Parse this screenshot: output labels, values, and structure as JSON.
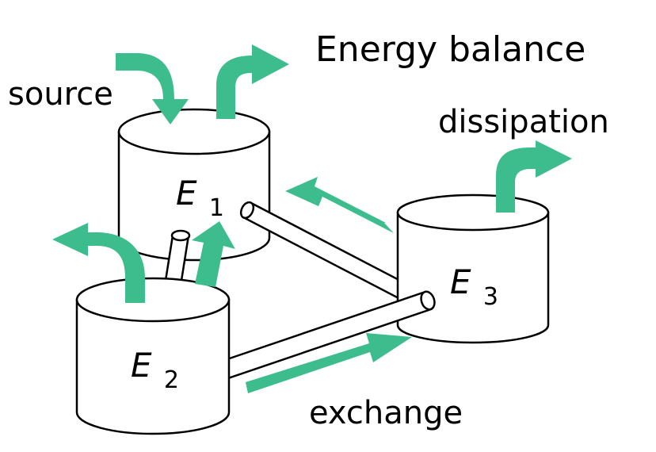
{
  "title": "Energy balance",
  "labels": {
    "source": "source",
    "dissipation": "dissipation",
    "exchange": "exchange"
  },
  "tanks": [
    {
      "symbol": "E",
      "subscript": "1"
    },
    {
      "symbol": "E",
      "subscript": "2"
    },
    {
      "symbol": "E",
      "subscript": "3"
    }
  ],
  "colors": {
    "arrow": "#3dbd8d",
    "stroke": "#000000",
    "fill": "#ffffff"
  }
}
